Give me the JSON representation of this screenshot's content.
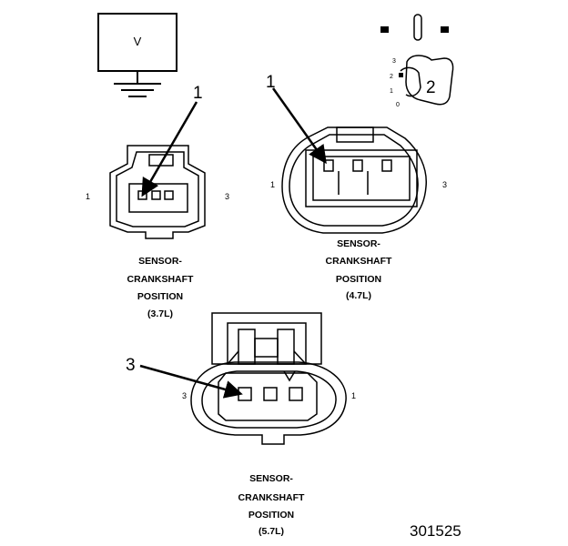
{
  "meter": {
    "label": "V"
  },
  "callouts": {
    "c1a": "1",
    "c1b": "1",
    "c2": "2",
    "c3": "3"
  },
  "connector_37": {
    "pin_left": "1",
    "pin_right": "3",
    "caption": [
      "SENSOR-",
      "CRANKSHAFT",
      "POSITION",
      "(3.7L)"
    ]
  },
  "connector_47": {
    "pin_left": "1",
    "pin_right": "3",
    "caption": [
      "SENSOR-",
      "CRANKSHAFT",
      "POSITION",
      "(4.7L)"
    ]
  },
  "connector_57": {
    "pin_left": "3",
    "pin_right": "1",
    "caption": [
      "SENSOR-",
      "CRANKSHAFT",
      "POSITION",
      "(5.7L)"
    ]
  },
  "probe_scale": [
    "3",
    "2",
    "1",
    "0"
  ],
  "figure_number": "301525"
}
